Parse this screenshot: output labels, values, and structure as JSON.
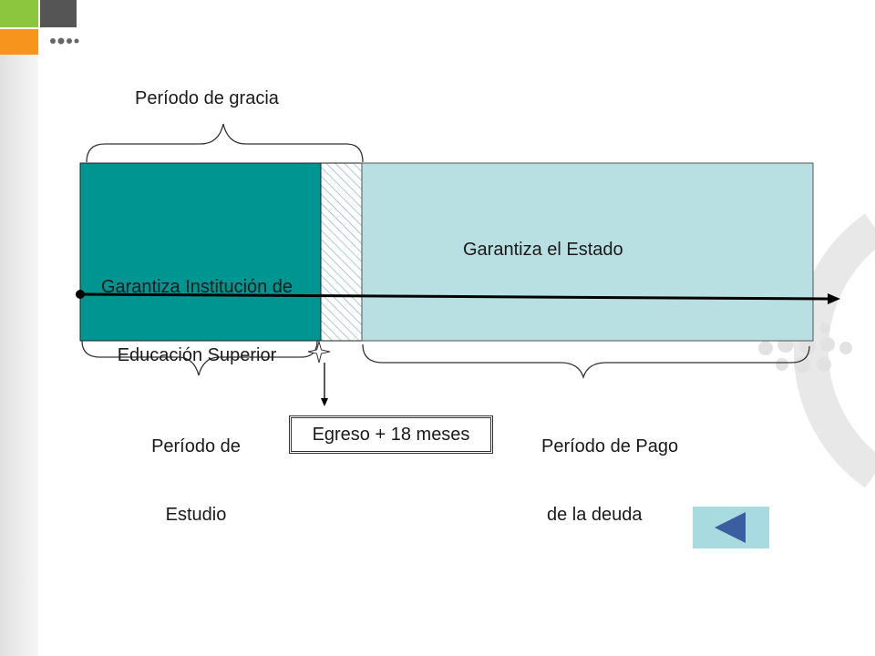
{
  "labels": {
    "grace_period": "Período de gracia",
    "institution_guarantee_line1": "Garantiza Institución de",
    "institution_guarantee_line2": "Educación Superior",
    "state_guarantee": "Garantiza el Estado",
    "study_period_line1": "Período de",
    "study_period_line2": "Estudio",
    "payment_period_line1": "Período de Pago",
    "payment_period_line2": "de la deuda",
    "egreso": "Egreso + 18 meses"
  },
  "colors": {
    "institution_block": "#009591",
    "state_block": "#b8e0e3",
    "grace_hatch": "#8bb9c9",
    "back_button": "#a7dbe0",
    "back_arrow": "#3a5ea0",
    "corner_green": "#8cc63f",
    "corner_orange": "#f7941d",
    "corner_dark": "#555555"
  },
  "icons": {
    "back_button": "triangle-left-icon",
    "start_dot": "filled-circle-icon",
    "timeline_end": "arrowhead-right-icon",
    "egreso_marker": "four-point-star-icon"
  }
}
